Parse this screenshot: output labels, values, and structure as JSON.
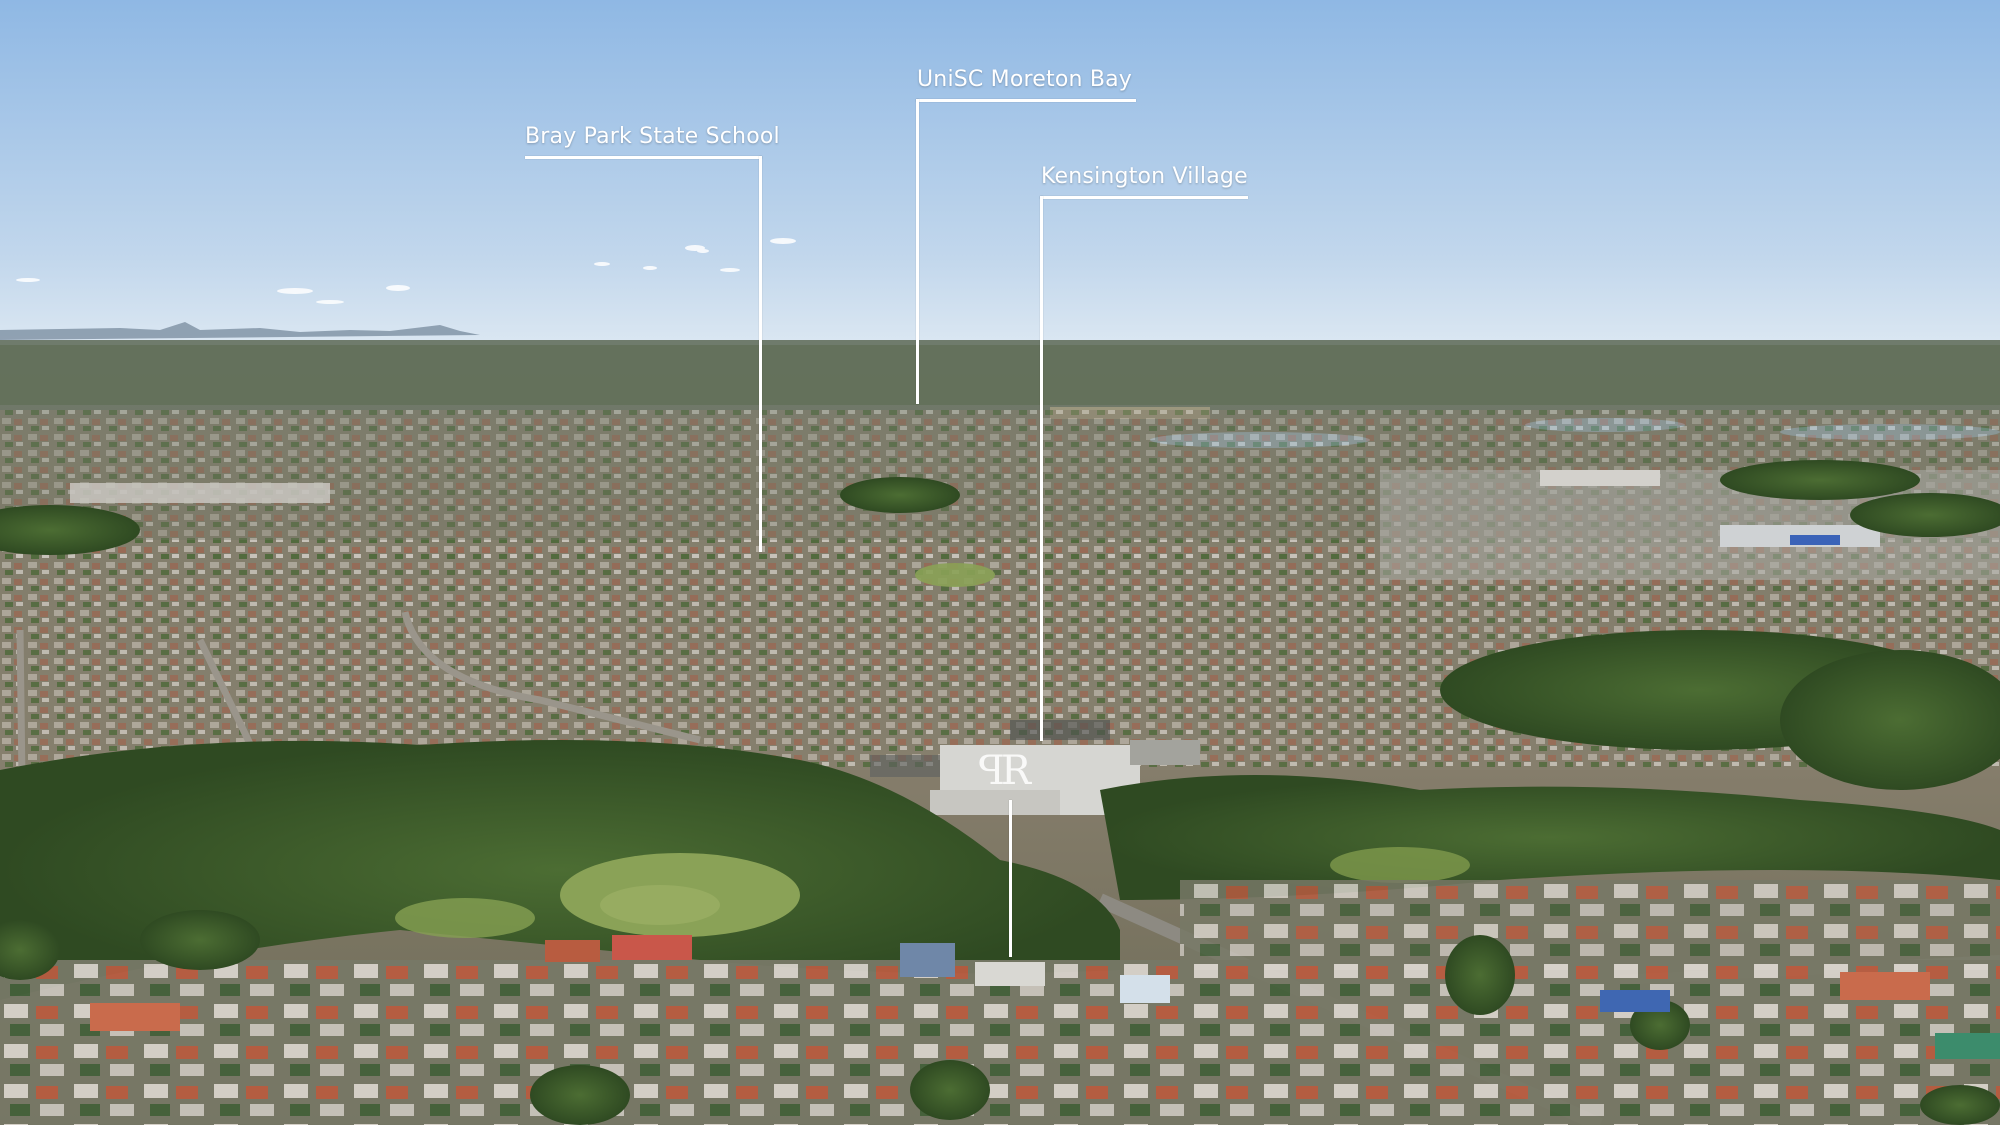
{
  "photo": {
    "colors": {
      "sky_top": "#8fb8e4",
      "sky_horizon": "#d9e6f2",
      "mountains": "#6f8597",
      "far_land": "#6d7a66",
      "mid_land": "#7c7a66",
      "suburb": "#8a7f6c",
      "trees": "#3d5a2a",
      "oval": "#8aa257",
      "water": "#8fb0c4",
      "roofs_red": "#b85c40",
      "roofs_light": "#d8d3cb"
    }
  },
  "callouts": [
    {
      "id": "bray-park-state-school",
      "label": "Bray Park State School"
    },
    {
      "id": "unisc-moreton-bay",
      "label": "UniSC Moreton Bay"
    },
    {
      "id": "kensington-village",
      "label": "Kensington Village"
    }
  ],
  "watermark_icon": "property-logo-icon"
}
